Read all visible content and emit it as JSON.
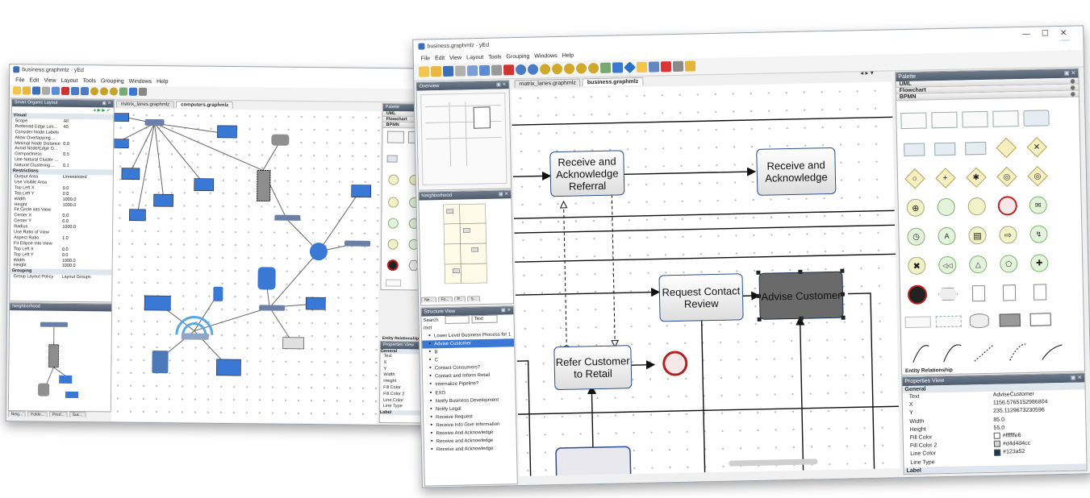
{
  "back_window": {
    "title": "business.graphmlz - yEd",
    "menu": [
      "File",
      "Edit",
      "View",
      "Layout",
      "Tools",
      "Grouping",
      "Windows",
      "Help"
    ],
    "layout_panel_title": "Smart Organic Layout",
    "tabs": [
      "matrix_lanes.graphmlz",
      "computers.graphmlz"
    ],
    "active_tab": 1,
    "layout_props": [
      {
        "section": "Visual"
      },
      {
        "k": "Scope",
        "v": "All"
      },
      {
        "k": "Preferred Edge Len...",
        "v": "40"
      },
      {
        "k": "Consider Node Labels",
        "v": ""
      },
      {
        "k": "Allow Overlapping ...",
        "v": ""
      },
      {
        "k": "Minimal Node Distance",
        "v": "0.0"
      },
      {
        "k": "Avoid Node/Edge O...",
        "v": ""
      },
      {
        "k": "Compactness",
        "v": "0.5"
      },
      {
        "k": "Use Natural Cluster ...",
        "v": ""
      },
      {
        "k": "Natural Clustering ...",
        "v": "0.1"
      },
      {
        "section": "Restrictions"
      },
      {
        "k": "Output Area",
        "v": "Unrestricted"
      },
      {
        "k": "Use Visible Area",
        "v": ""
      },
      {
        "k": "Top Left X",
        "v": "0.0"
      },
      {
        "k": "Top Left Y",
        "v": "0.0"
      },
      {
        "k": "Width",
        "v": "1000.0"
      },
      {
        "k": "Height",
        "v": "1000.0"
      },
      {
        "k": "Fit Circle into View",
        "v": ""
      },
      {
        "k": "Center X",
        "v": "0.0"
      },
      {
        "k": "Center Y",
        "v": "0.0"
      },
      {
        "k": "Radius",
        "v": "1000.0"
      },
      {
        "k": "Use Ratio of View",
        "v": ""
      },
      {
        "k": "Aspect Ratio",
        "v": "1.0"
      },
      {
        "k": "Fit Ellipse into View",
        "v": ""
      },
      {
        "k": "Top Left X",
        "v": "0.0"
      },
      {
        "k": "Top Left Y",
        "v": "0.0"
      },
      {
        "k": "Width",
        "v": "1000.0"
      },
      {
        "k": "Height",
        "v": "1000.0"
      },
      {
        "section": "Grouping"
      },
      {
        "k": "Group Layout Policy",
        "v": "Layout Groups"
      }
    ],
    "neighborhood_title": "Neighborhood",
    "bottom_tabs": [
      "Neig...",
      "Folde...",
      "Pred...",
      "Suc..."
    ],
    "palette_title": "Palette",
    "palette_sections": [
      "UML",
      "Flowchart",
      "BPMN"
    ],
    "props_title": "Properties View",
    "props_sections": [
      "General",
      "Label"
    ],
    "props_keys": [
      "Text",
      "X",
      "Y",
      "Width",
      "Height",
      "Fill Color",
      "Fill Color 2",
      "Line Color",
      "Line Type"
    ],
    "palette_footer": "Entity Relationship"
  },
  "front_window": {
    "title": "business.graphmlz - yEd",
    "menu": [
      "File",
      "Edit",
      "View",
      "Layout",
      "Tools",
      "Grouping",
      "Windows",
      "Help"
    ],
    "overview_title": "Overview",
    "neighborhood_title": "Neighborhood",
    "mini_tabs": [
      "Ne...",
      "Fo...",
      "P...",
      "S..."
    ],
    "structure_title": "Structure View",
    "search_label": "Search",
    "search_mode": "Text",
    "tree_root": "root",
    "tree_items": [
      "Lower Level Business Process for 1",
      "Advise Customer",
      "B",
      "C",
      "Contact Consumers?",
      "Contact and Inform Retail",
      "Internalize Pipeline?",
      "EXO",
      "Notify Business Development",
      "Notify Legal",
      "Receive Request",
      "Receive Info Give Information",
      "Receive And Acknowledge",
      "Receive and Acknowledge",
      "Receive and Acknowledge"
    ],
    "tree_selected": 1,
    "tabs": [
      "matrix_lanes.graphmlz",
      "business.graphmlz"
    ],
    "active_tab": 1,
    "nodes": [
      {
        "id": "receive-referral",
        "label": "Receive and Acknowledge Referral"
      },
      {
        "id": "receive-ack",
        "label": "Receive and Acknowledge"
      },
      {
        "id": "request-review",
        "label": "Request Contact Review"
      },
      {
        "id": "advise-customer",
        "label": "Advise Customer"
      },
      {
        "id": "refer-retail",
        "label": "Refer Customer to Retail"
      }
    ],
    "palette_title": "Palette",
    "palette_sections": [
      "UML",
      "Flowchart",
      "BPMN"
    ],
    "palette_footer": "Entity Relationship",
    "props_title": "Properties View",
    "props_sections": [
      "General",
      "Label"
    ],
    "props": [
      {
        "k": "Text",
        "v": "AdviseCustomer"
      },
      {
        "k": "X",
        "v": "1156.5765152986804"
      },
      {
        "k": "Y",
        "v": "235.1129673230596"
      },
      {
        "k": "Width",
        "v": "85.0"
      },
      {
        "k": "Height",
        "v": "55.0"
      },
      {
        "k": "Fill Color",
        "v": "#ffffffe6"
      },
      {
        "k": "Fill Color 2",
        "v": "#d4d4d4cc"
      },
      {
        "k": "Line Color",
        "v": "#123a52"
      },
      {
        "k": "Line Type",
        "v": ""
      }
    ]
  },
  "colors": {
    "accent": "#2a4d8f",
    "panel_header": "#5a6778",
    "end_event": "#b22222",
    "selected": "#3a78d6"
  }
}
